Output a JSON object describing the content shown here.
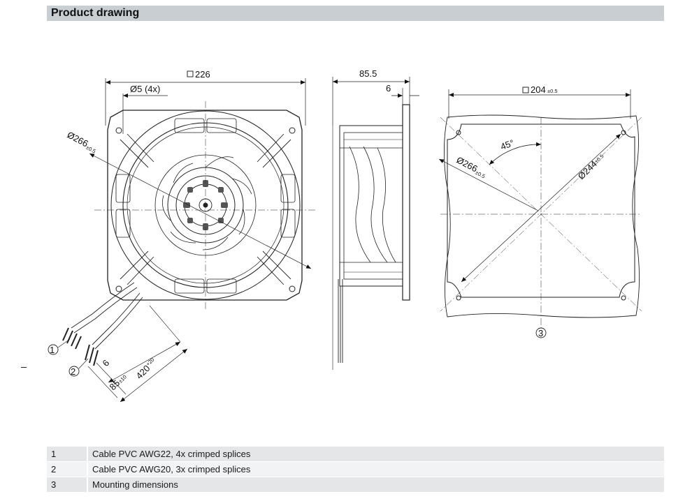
{
  "header": {
    "title": "Product drawing"
  },
  "front_view": {
    "width_dim": "226",
    "hole_dim": "Ø5 (4x)",
    "diameter": "Ø266",
    "diameter_tol": "±0.5",
    "callout_1": "1",
    "callout_2": "2",
    "strip_length": "6",
    "splice_length": "85",
    "splice_tol": "±10",
    "cable_length": "420",
    "cable_tol": "+20"
  },
  "side_view": {
    "depth_dim": "85.5",
    "flange_dim": "6"
  },
  "mount_view": {
    "square_dim": "204",
    "square_tol": "±0.5",
    "angle": "45°",
    "diameter_outer": "Ø266",
    "diameter_outer_tol": "±0.5",
    "diameter_inner": "Ø244",
    "diameter_inner_tol": "±0.5",
    "callout_3": "3"
  },
  "legend": [
    {
      "num": "1",
      "text": "Cable PVC AWG22, 4x crimped splices"
    },
    {
      "num": "2",
      "text": "Cable PVC AWG20, 3x crimped splices"
    },
    {
      "num": "3",
      "text": "Mounting dimensions"
    }
  ]
}
